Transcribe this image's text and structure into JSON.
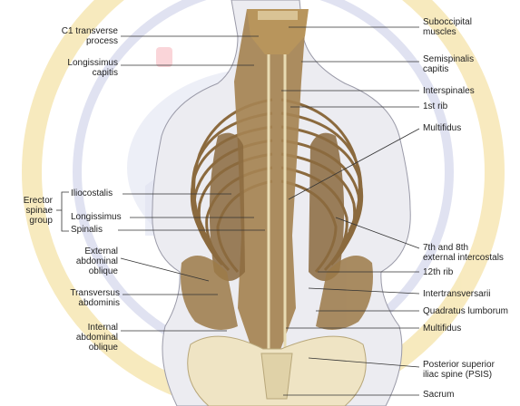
{
  "figure": {
    "labels_left": {
      "c1_transverse_process": "C1 transverse\nprocess",
      "longissimus_capitis": "Longissimus\ncapitis",
      "iliocostalis": "Iliocostalis",
      "longissimus": "Longissimus",
      "spinalis": "Spinalis",
      "erector_spinae_group": "Erector\nspinae\ngroup",
      "external_abdominal_oblique": "External\nabdominal\noblique",
      "transversus_abdominis": "Transversus\nabdominis",
      "internal_abdominal_oblique": "Internal\nabdominal\noblique"
    },
    "labels_right": {
      "suboccipital_muscles": "Suboccipital\nmuscles",
      "semispinalis_capitis": "Semispinalis\ncapitis",
      "interspinales": "Interspinales",
      "first_rib": "1st rib",
      "multifidus_upper": "Multifidus",
      "intercostals_7_8": "7th and 8th\nexternal intercostals",
      "twelfth_rib": "12th rib",
      "intertransversarii": "Intertransversarii",
      "quadratus_lumborum": "Quadratus lumborum",
      "multifidus_lower": "Multifidus",
      "psis": "Posterior superior\niliac spine (PSIS)",
      "sacrum": "Sacrum"
    },
    "colors": {
      "muscle": "#8b6a3e",
      "muscle_light": "#b8955c",
      "bone": "#efe4c4",
      "skin": "#e9e9ee",
      "leader_line": "#333333",
      "watermark": "#c7cbe6",
      "watermark_gold": "#f2d98a"
    }
  }
}
